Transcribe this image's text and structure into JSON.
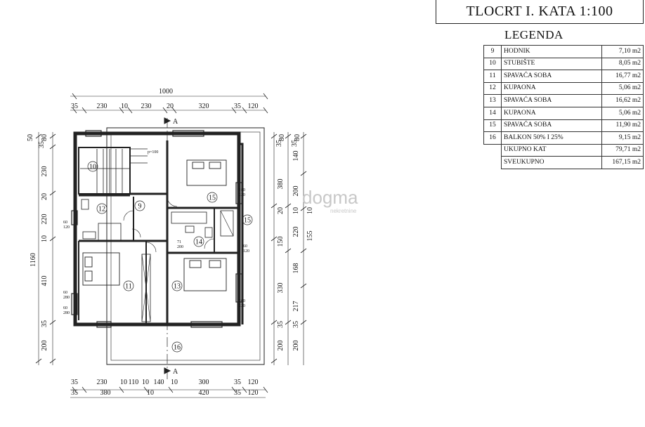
{
  "title": "TLOCRT I. KATA 1:100",
  "legend": {
    "heading": "LEGENDA",
    "rows": [
      {
        "num": "9",
        "name": "HODNIK",
        "area": "7,10 m2"
      },
      {
        "num": "10",
        "name": "STUBIŠTE",
        "area": "8,05 m2"
      },
      {
        "num": "11",
        "name": "SPAVAĆA SOBA",
        "area": "16,77 m2"
      },
      {
        "num": "12",
        "name": "KUPAONA",
        "area": "5,06 m2"
      },
      {
        "num": "13",
        "name": "SPAVAĆA SOBA",
        "area": "16,62 m2"
      },
      {
        "num": "14",
        "name": "KUPAONA",
        "area": "5,06 m2"
      },
      {
        "num": "15",
        "name": "SPAVAĆA SOBA",
        "area": "11,90 m2"
      },
      {
        "num": "16",
        "name": "BALKON 50% I 25%",
        "area": "9,15 m2"
      }
    ],
    "total_floor_label": "UKUPNO KAT",
    "total_floor_area": "79,71 m2",
    "total_label": "SVEUKUPNO",
    "total_area": "167,15 m2"
  },
  "plan": {
    "top_total": "1000",
    "top_segments": [
      "35",
      "230",
      "10",
      "230",
      "20",
      "320",
      "35",
      "120"
    ],
    "bottom_segments": [
      "35",
      "230",
      "10",
      "110",
      "10",
      "140",
      "10",
      "300",
      "35",
      "120"
    ],
    "bottom_row2": [
      "35",
      "380",
      "10",
      "420",
      "35",
      "120"
    ],
    "left_total": "1160",
    "left_segments": [
      "50",
      "35",
      "80",
      "230",
      "20",
      "220",
      "10",
      "410",
      "35",
      "200"
    ],
    "right_inner_segments": [
      "35",
      "80",
      "380",
      "20",
      "150",
      "330",
      "35",
      "200"
    ],
    "right_outer_segments": [
      "35",
      "80",
      "140",
      "200",
      "10",
      "220",
      "168",
      "217",
      "35",
      "200"
    ],
    "right_mid_segments": [
      "10",
      "155"
    ],
    "rooms": [
      "9",
      "10",
      "11",
      "12",
      "13",
      "14",
      "15",
      "16",
      "15"
    ],
    "annotations": [
      "p=100",
      "180",
      "220",
      "60",
      "120",
      "80",
      "200",
      "71",
      "200",
      "60",
      "120",
      "60",
      "280",
      "60",
      "280",
      "200",
      "220",
      "60",
      "120",
      "180",
      "200"
    ],
    "watermark": "dogma",
    "watermark_sub": "nekretnine",
    "section_mark": "A"
  }
}
